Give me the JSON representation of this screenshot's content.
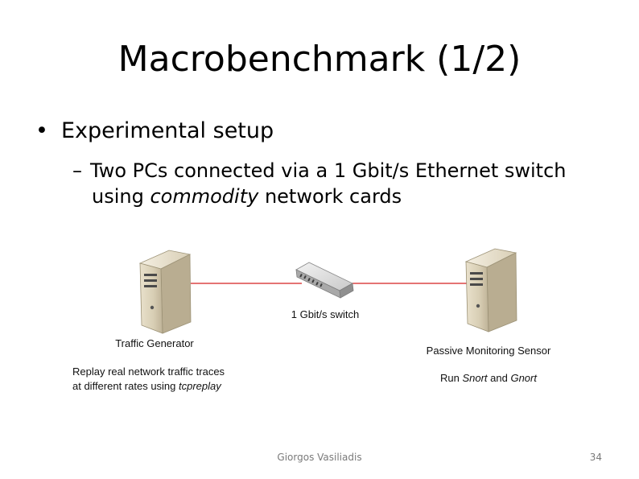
{
  "slide": {
    "title": "Macrobenchmark (1/2)",
    "bullet_marker": "•",
    "bullet_1": "Experimental setup",
    "sub_marker": "–",
    "bullet_2_line1": "Two PCs connected via a 1 Gbit/s Ethernet switch",
    "bullet_2_line2_pre": "using ",
    "bullet_2_line2_em": "commodity",
    "bullet_2_line2_post": " network cards"
  },
  "diagram": {
    "switch_label": "1 Gbit/s switch",
    "left_pc_label": "Traffic Generator",
    "left_desc_line1": "Replay real network traffic traces",
    "left_desc_line2_pre": "at different rates using ",
    "left_desc_line2_em": "tcpreplay",
    "right_pc_label": "Passive Monitoring Sensor",
    "right_desc_pre": "Run ",
    "right_desc_em1": "Snort",
    "right_desc_mid": " and ",
    "right_desc_em2": "Gnort",
    "link_color": "#d42020"
  },
  "footer": {
    "author": "Giorgos Vasiliadis",
    "page_number": "34"
  }
}
